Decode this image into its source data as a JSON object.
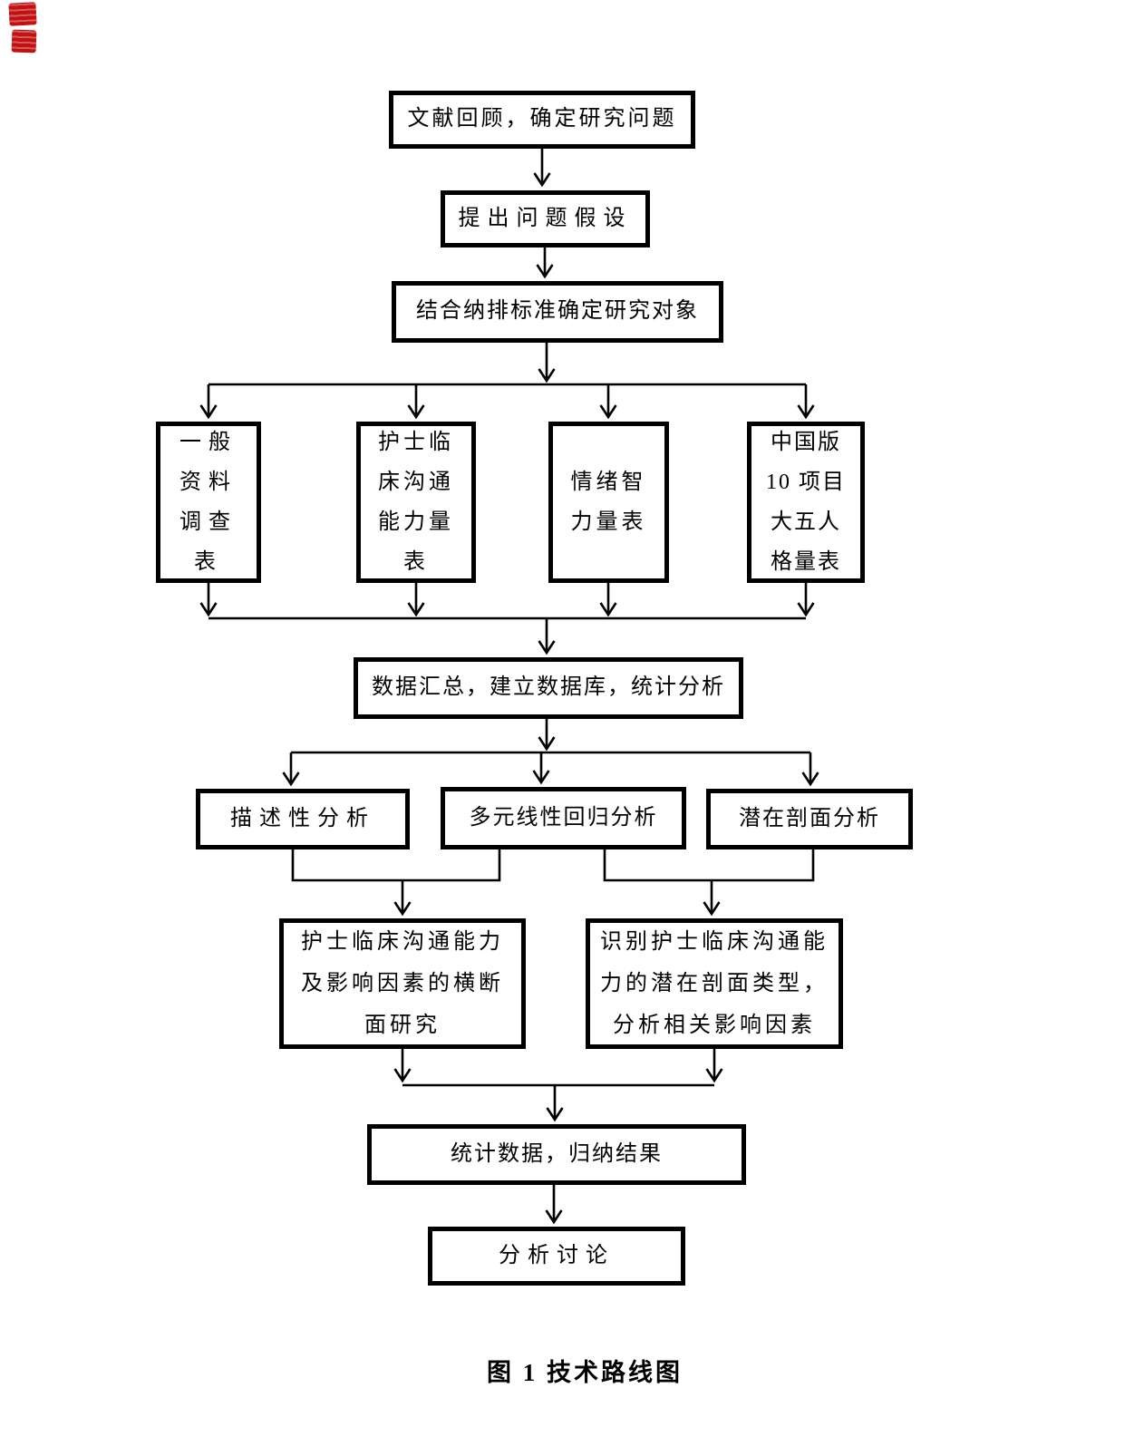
{
  "figure": {
    "caption": "图 1 技术路线图",
    "accent_red": "#c01212"
  },
  "nodes": {
    "literature_review": {
      "label": "文献回顾，确定研究问题"
    },
    "hypothesis": {
      "label": "提出问题假设"
    },
    "criteria": {
      "label": "结合纳排标准确定研究对象"
    },
    "general_info_survey": {
      "lines": [
        "一般",
        "资料",
        "调查",
        "表"
      ]
    },
    "nurse_comm_scale": {
      "lines": [
        "护士临",
        "床沟通",
        "能力量",
        "表"
      ]
    },
    "emotional_intelligence_scale": {
      "lines": [
        "情绪智",
        "力量表"
      ]
    },
    "big_five_scale": {
      "lines": [
        "中国版",
        "10 项目",
        "大五人",
        "格量表"
      ]
    },
    "database": {
      "label": "数据汇总，建立数据库，统计分析"
    },
    "descriptive_analysis": {
      "label": "描述性分析"
    },
    "regression_analysis": {
      "label": "多元线性回归分析"
    },
    "latent_profile_analysis": {
      "label": "潜在剖面分析"
    },
    "cross_sectional_study": {
      "lines": [
        "护士临床沟通能力",
        "及影响因素的横断",
        "面研究"
      ]
    },
    "profile_identification": {
      "lines": [
        "识别护士临床沟通能",
        "力的潜在剖面类型，",
        "分析相关影响因素"
      ]
    },
    "summarize_results": {
      "label": "统计数据，归纳结果"
    },
    "discussion": {
      "label": "分析讨论"
    }
  }
}
